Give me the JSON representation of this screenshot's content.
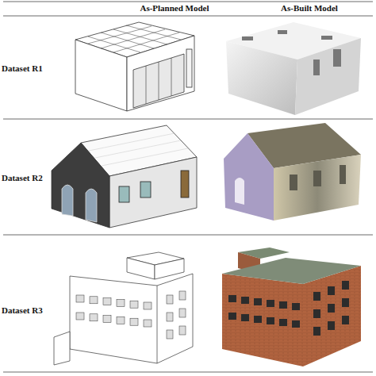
{
  "diagram": {
    "labels": [
      "As-Planned Model",
      "As-Built Model",
      "Dataset R1",
      "Dataset R2",
      "Dataset R3"
    ]
  }
}
